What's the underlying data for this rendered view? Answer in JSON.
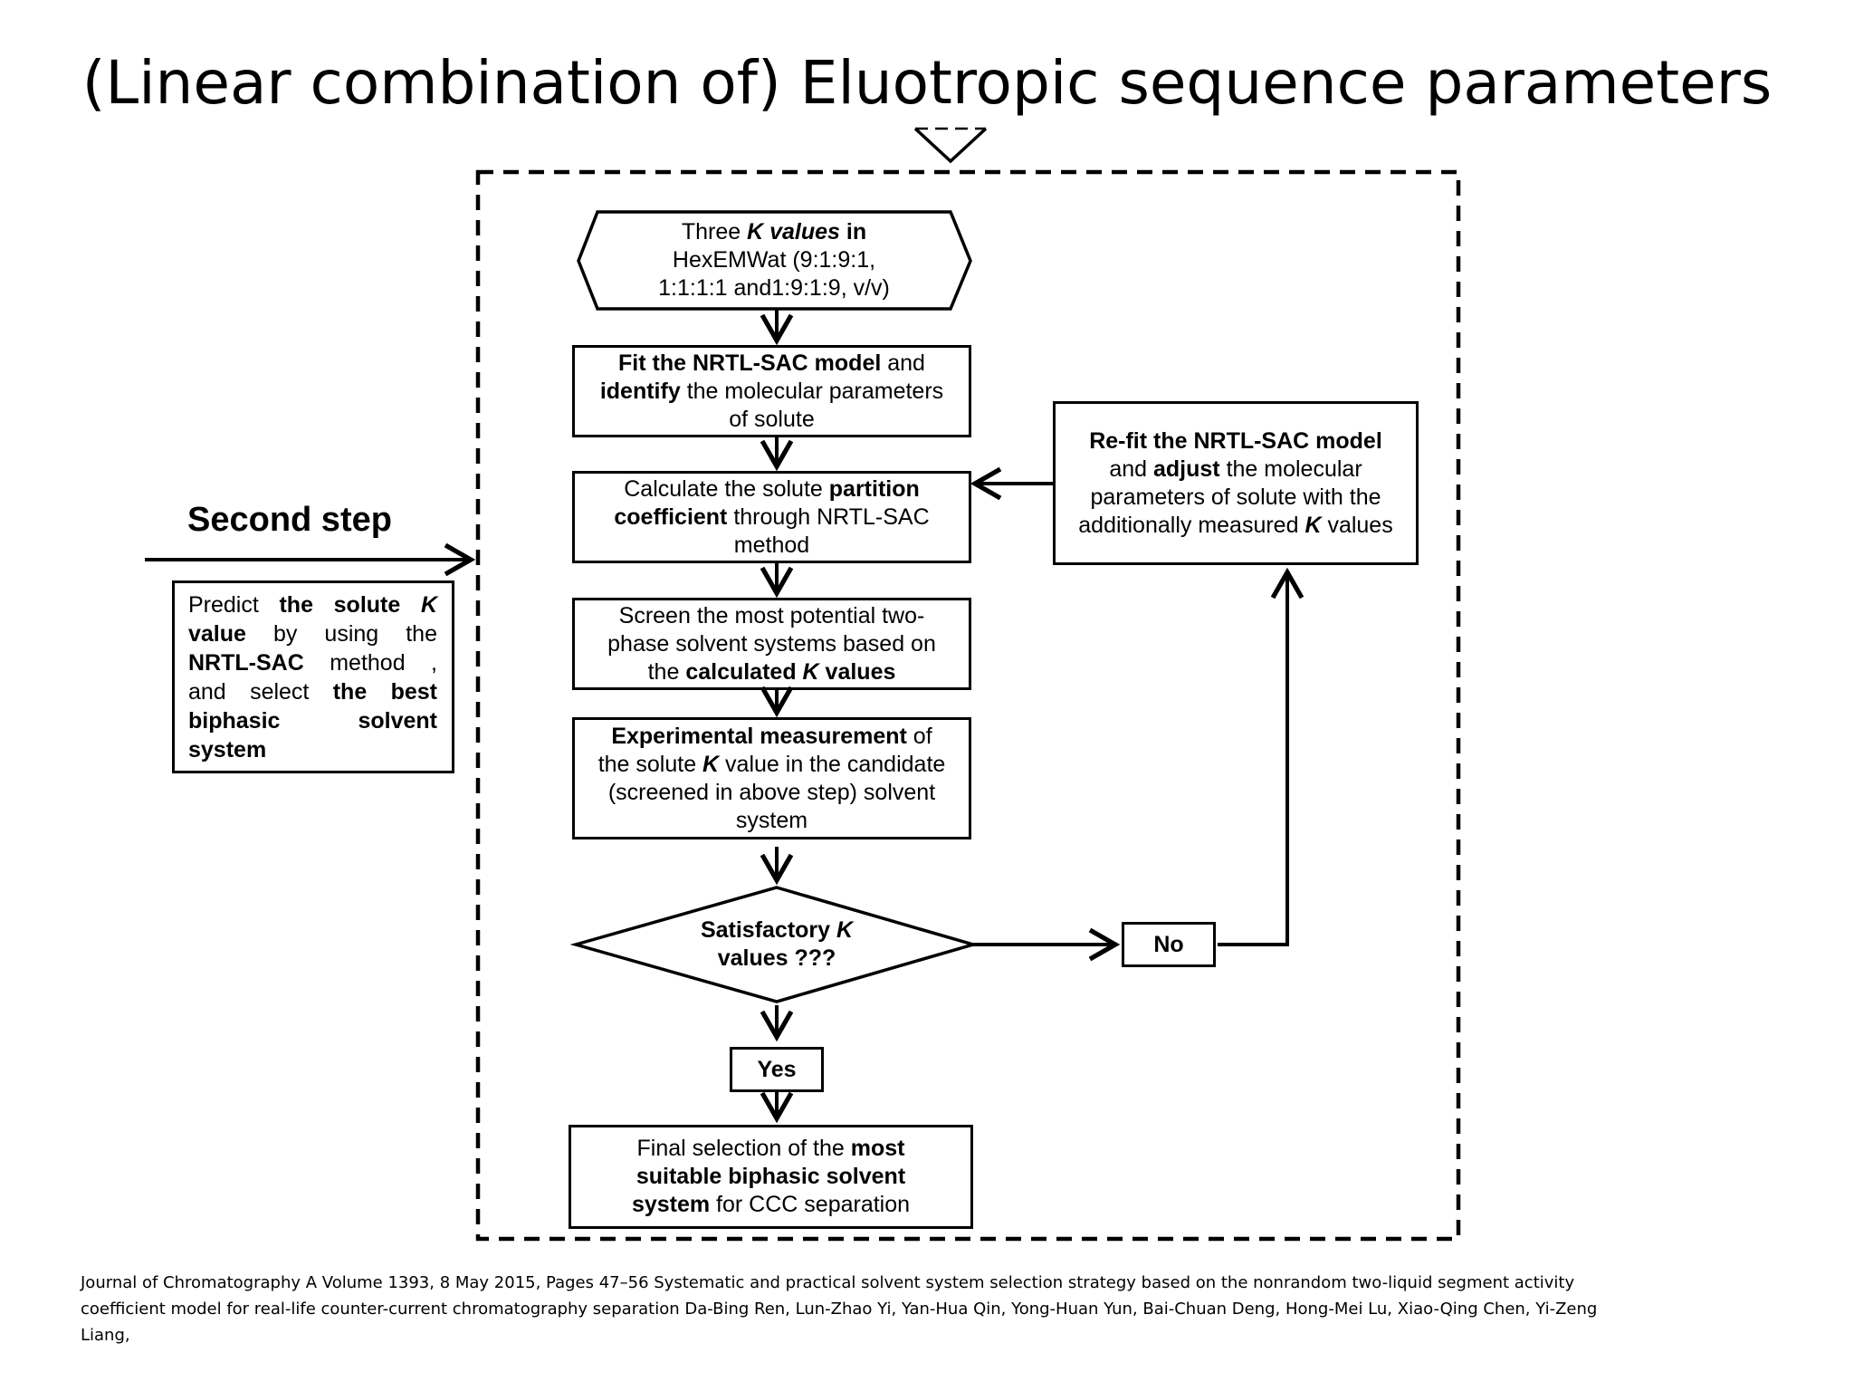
{
  "slide": {
    "title": "(Linear combination of) Eluotropic sequence parameters",
    "step_label": "Second step",
    "citation": "Journal of Chromatography A Volume 1393, 8 May 2015, Pages 47–56 Systematic and practical solvent system selection strategy based on the nonrandom two-liquid segment activity coefficient model for real-life counter-current chromatography separation Da-Bing Ren, Lun-Zhao Yi, Yan-Hua Qin, Yong-Huan Yun, Bai-Chuan Deng, Hong-Mei Lu, Xiao-Qing Chen, Yi-Zeng Liang,"
  },
  "side_note": {
    "t1": "Predict ",
    "t2": "the solute ",
    "t3": "K",
    "t4": " value",
    "t5": " by using the ",
    "t6": "NRTL-SAC",
    "t7": " method , and select ",
    "t8": "the best biphasic solvent system"
  },
  "flow": {
    "start": {
      "t1": "Three ",
      "t2": "K values",
      "t3": " in",
      "t4": "HexEMWat (9:1:9:1,",
      "t5": "1:1:1:1 and1:9:1:9, v/v)"
    },
    "fit": {
      "t1": "Fit the NRTL-SAC model",
      "t2": " and",
      "t3": "identify",
      "t4": " the molecular parameters",
      "t5": "of solute"
    },
    "calc": {
      "t1": "Calculate the solute ",
      "t2": "partition",
      "t3": "coefficient",
      "t4": " through NRTL-SAC",
      "t5": "method"
    },
    "screen": {
      "t1": "Screen the most potential two-",
      "t2": "phase solvent systems based on",
      "t3": "the ",
      "t4": "calculated ",
      "t5": "K",
      "t6": " values"
    },
    "experiment": {
      "t1": "Experimental measurement",
      "t2": " of",
      "t3": "the solute ",
      "t4": "K",
      "t5": " value in the candidate",
      "t6": "(screened in above step) solvent",
      "t7": "system"
    },
    "decision": {
      "t1": "Satisfactory ",
      "t2": "K",
      "t3": "values ???"
    },
    "no_label": "No",
    "yes_label": "Yes",
    "refit": {
      "t1": "Re-fit the NRTL-SAC model",
      "t2": "and ",
      "t3": "adjust",
      "t4": " the molecular",
      "t5": "parameters of solute with the",
      "t6": "additionally measured ",
      "t7": "K",
      "t8": " values"
    },
    "final": {
      "t1": "Final selection of the ",
      "t2": "most",
      "t3": "suitable biphasic solvent",
      "t4": "system",
      "t5": " for CCC separation"
    }
  }
}
